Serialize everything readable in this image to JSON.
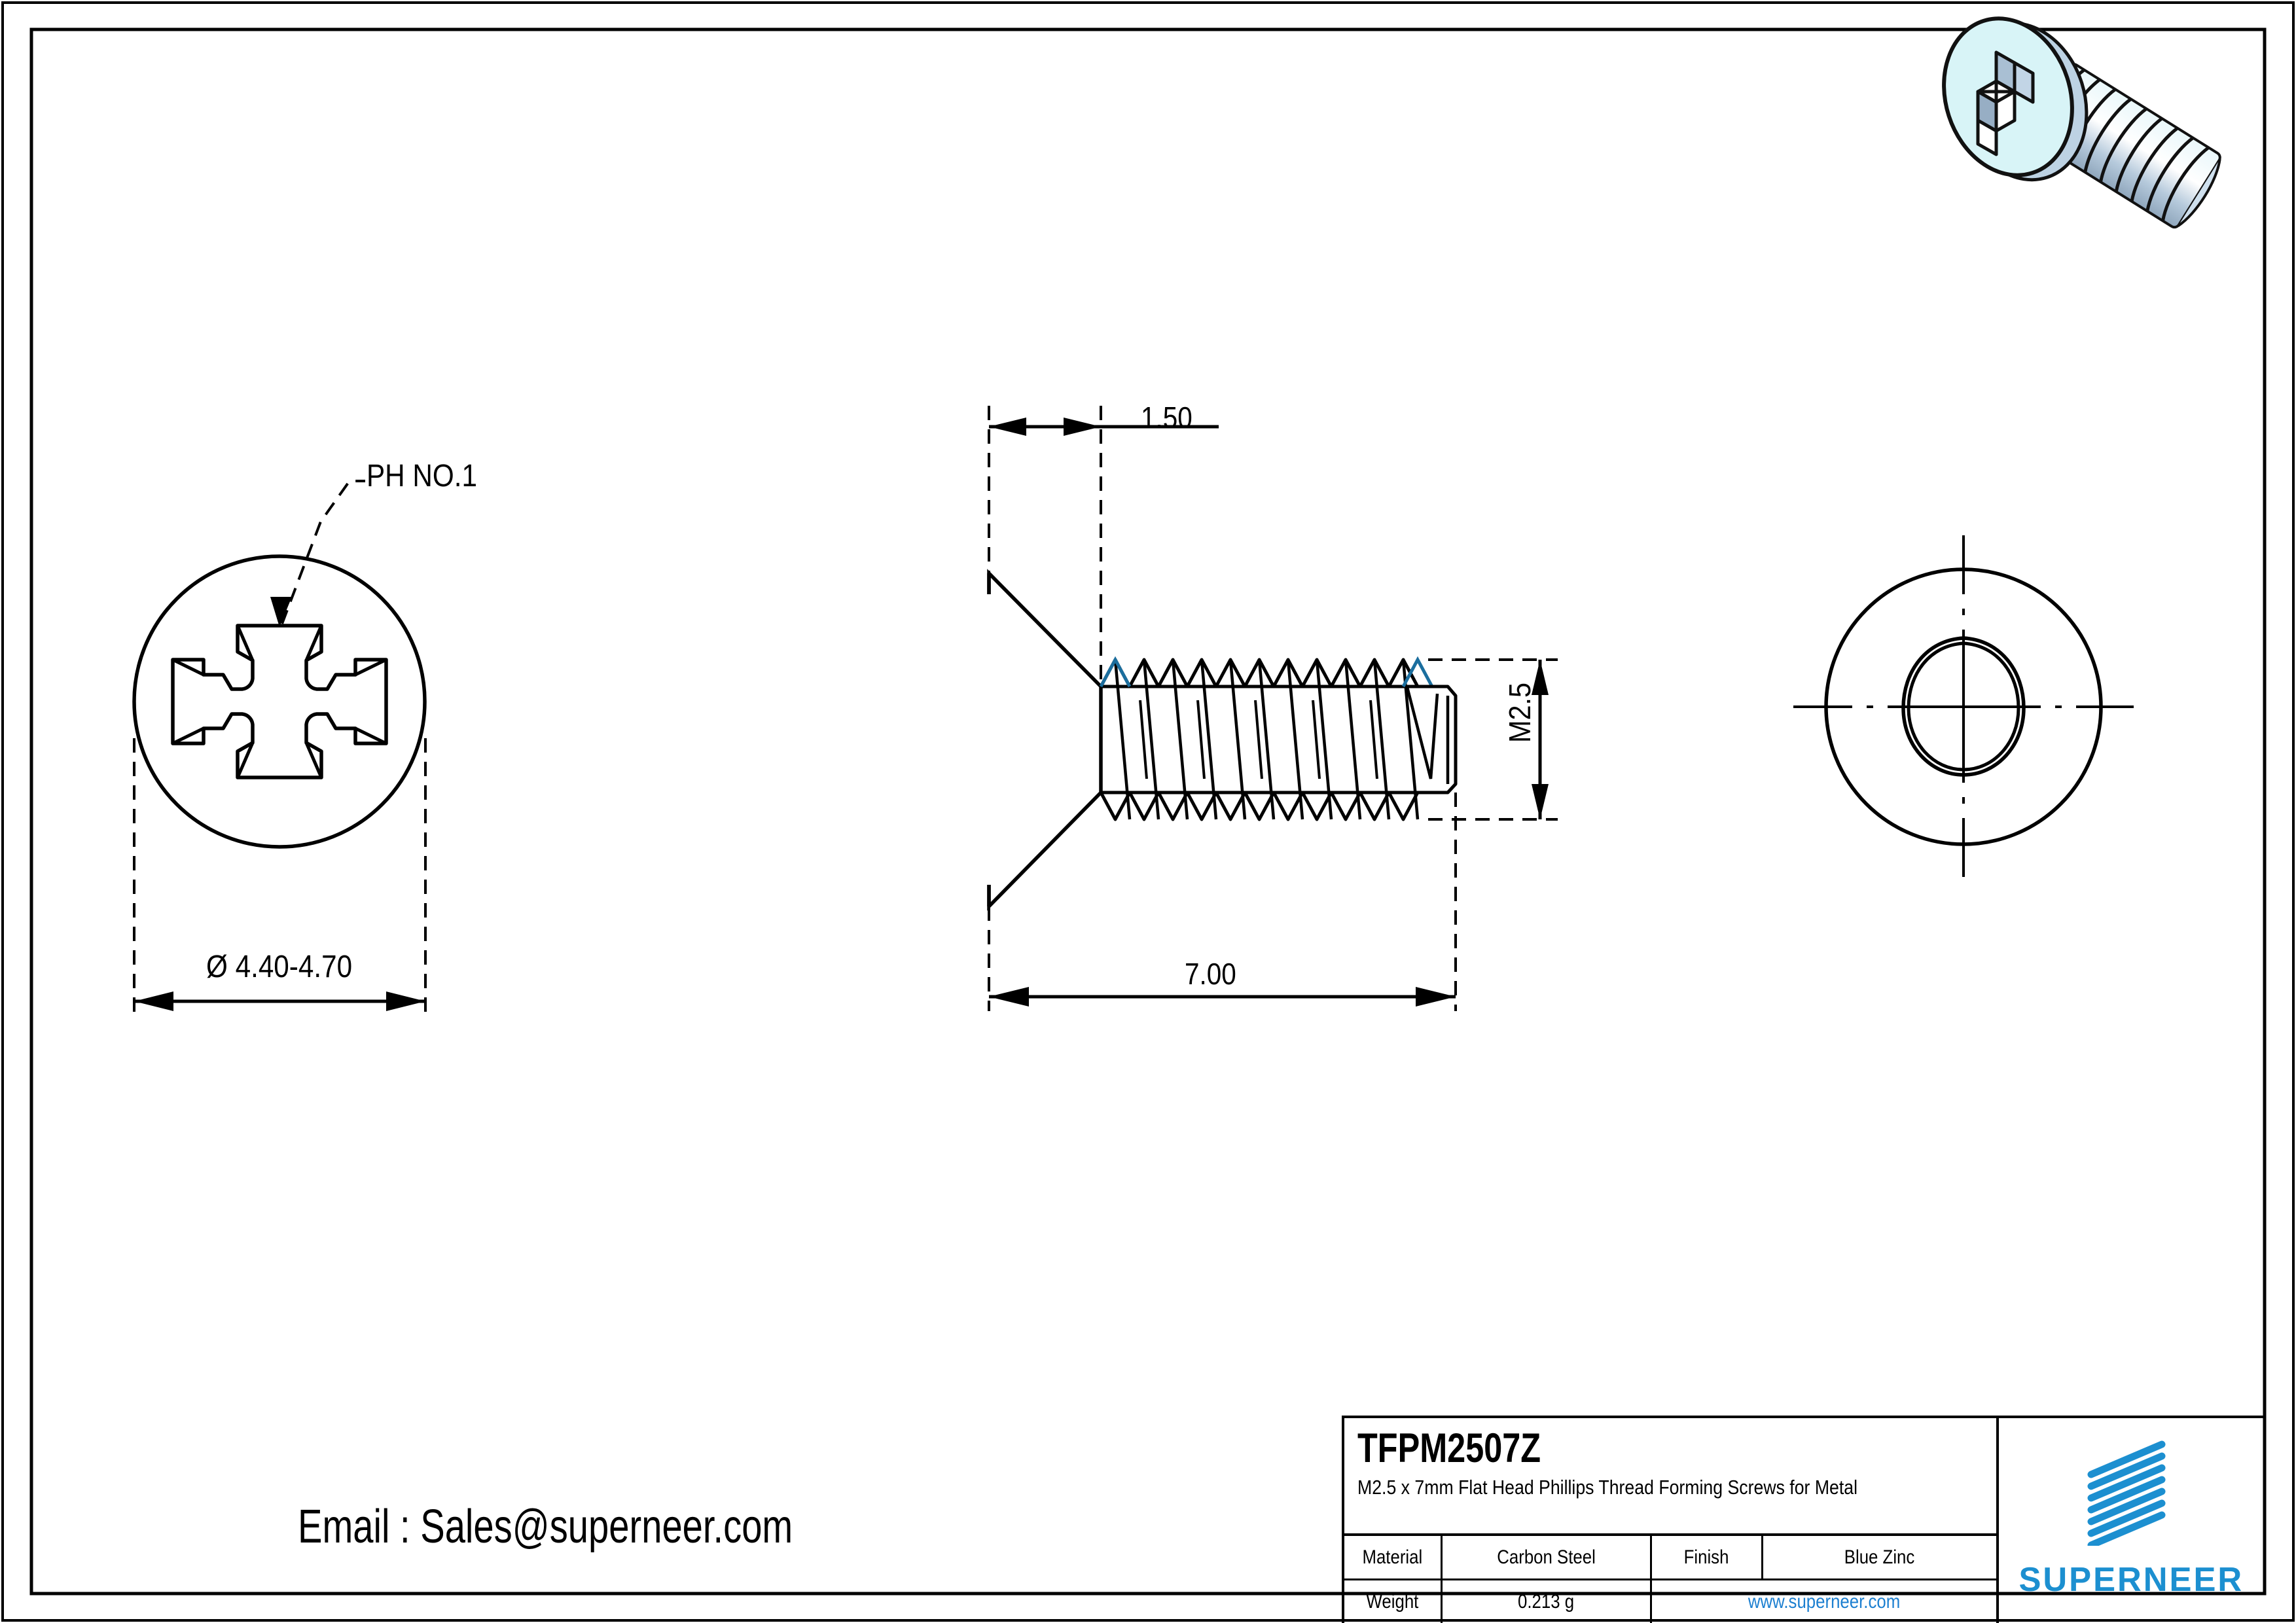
{
  "drawing": {
    "title_block": {
      "part_number": "TFPM2507Z",
      "description": "M2.5 x 7mm Flat Head Phillips Thread Forming Screws for Metal",
      "rows": [
        {
          "label": "Material",
          "value": "Carbon Steel",
          "label2": "Finish",
          "value2": "Blue Zinc"
        },
        {
          "label": "Weight",
          "value": "0.213 g",
          "website": "www.superneer.com"
        }
      ],
      "logo_text": "SUPERNEER",
      "logo_color": "#1C8FD0",
      "link_color": "#1C7FD0"
    },
    "contact": {
      "email_line": "Email : Sales@superneer.com"
    },
    "views": {
      "front": {
        "name": "head-front-view",
        "callout": "PH NO.1",
        "diameter_dimension": "Ø 4.40-4.70"
      },
      "side": {
        "name": "screw-side-view",
        "head_height_dimension": "1.50",
        "length_dimension": "7.00",
        "thread_dimension": "M2.5"
      },
      "rear": {
        "name": "trilobular-end-view"
      }
    },
    "iso_view": {
      "name": "screw-3d-isometric",
      "head_fill": "#D8F4F7",
      "shank_fill": "#CFE3F2"
    },
    "colors": {
      "line": "#000000",
      "thread_accent": "#1B6E9E",
      "brand_blue": "#1C8FD0"
    }
  }
}
